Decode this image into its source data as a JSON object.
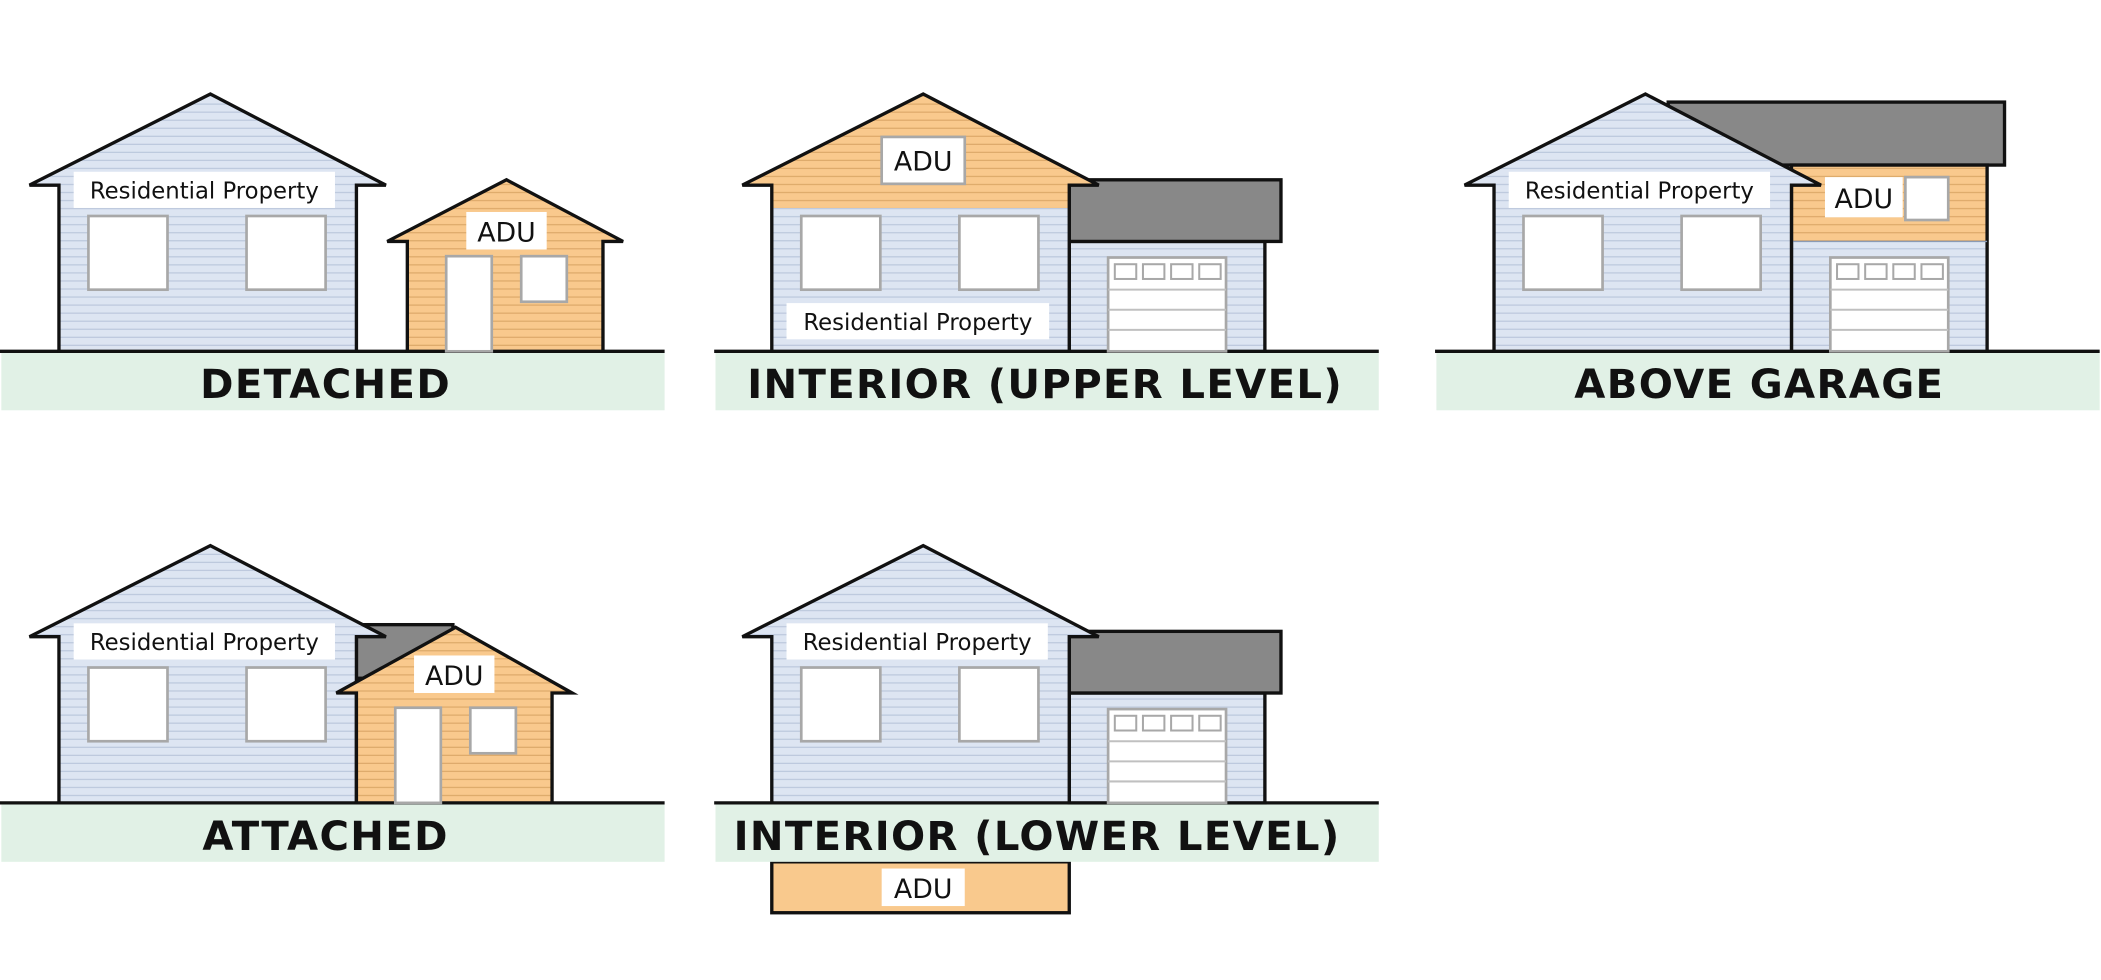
{
  "colors": {
    "house": "#dde5f2",
    "adu": "#f9c98d",
    "ground": "#e1f1e6",
    "garage_roof": "#888888",
    "outline": "#111111"
  },
  "labels": {
    "residential": "Residential Property",
    "adu": "ADU"
  },
  "captions": {
    "detached": "DETACHED",
    "interior_upper": "INTERIOR (UPPER LEVEL)",
    "above_garage": "ABOVE GARAGE",
    "attached": "ATTACHED",
    "interior_lower": "INTERIOR (LOWER LEVEL)"
  }
}
